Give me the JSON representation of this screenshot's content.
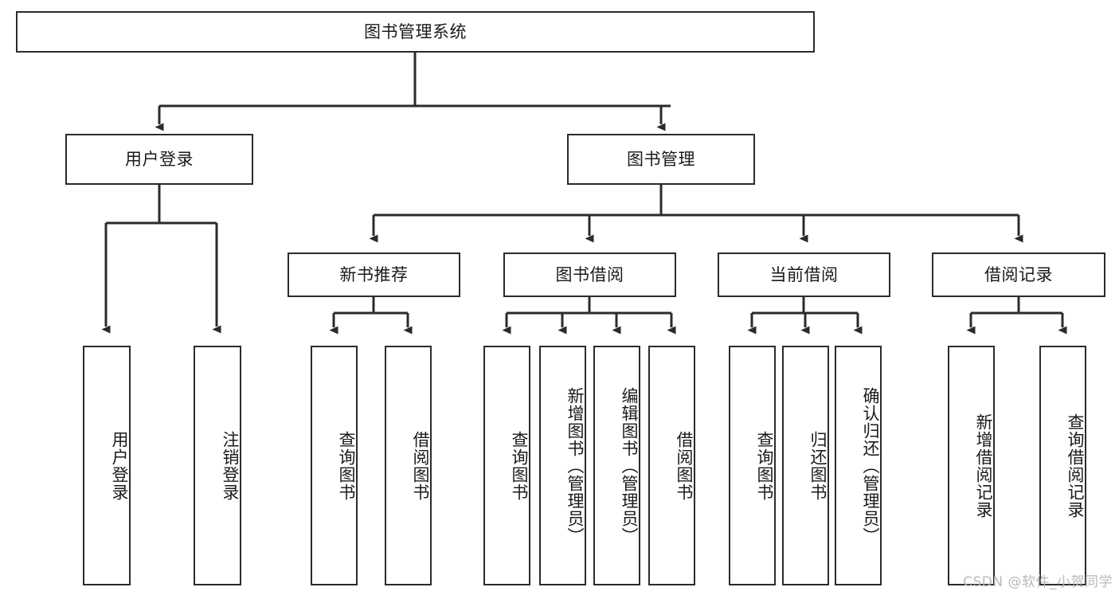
{
  "diagram": {
    "type": "tree",
    "title": "图书管理系统",
    "orientation": "top-down",
    "colors": {
      "box_border": "#2b2b2b",
      "box_fill": "#ffffff",
      "edge": "#2b2b2b",
      "text": "#1a1a1a",
      "watermark": "#b9b9b9",
      "background": "#ffffff"
    },
    "watermark": "CSDN @软件_小贺同学",
    "nodes": {
      "root": {
        "label": "图书管理系统",
        "level": 1,
        "orientation": "horizontal"
      },
      "l2": [
        {
          "id": "user-login",
          "label": "用户登录",
          "level": 2,
          "orientation": "horizontal"
        },
        {
          "id": "book-manage",
          "label": "图书管理",
          "level": 2,
          "orientation": "horizontal"
        }
      ],
      "l3": [
        {
          "id": "new-book-rec",
          "label": "新书推荐",
          "level": 3,
          "orientation": "horizontal",
          "parent": "book-manage"
        },
        {
          "id": "book-borrow",
          "label": "图书借阅",
          "level": 3,
          "orientation": "horizontal",
          "parent": "book-manage"
        },
        {
          "id": "current-borrow",
          "label": "当前借阅",
          "level": 3,
          "orientation": "horizontal",
          "parent": "book-manage"
        },
        {
          "id": "borrow-record",
          "label": "借阅记录",
          "level": 3,
          "orientation": "horizontal",
          "parent": "book-manage"
        }
      ],
      "leaves": [
        {
          "id": "leaf-user-login",
          "label": "用户登录",
          "parent": "user-login",
          "orientation": "vertical"
        },
        {
          "id": "leaf-logout-login",
          "label": "注销登录",
          "parent": "user-login",
          "orientation": "vertical"
        },
        {
          "id": "leaf-query-book-1",
          "label": "查询图书",
          "parent": "new-book-rec",
          "orientation": "vertical"
        },
        {
          "id": "leaf-borrow-book-1",
          "label": "借阅图书",
          "parent": "new-book-rec",
          "orientation": "vertical"
        },
        {
          "id": "leaf-query-book-2",
          "label": "查询图书",
          "parent": "book-borrow",
          "orientation": "vertical"
        },
        {
          "id": "leaf-add-book",
          "label": "新增图书（管理员）",
          "parent": "book-borrow",
          "orientation": "vertical"
        },
        {
          "id": "leaf-edit-book",
          "label": "编辑图书（管理员）",
          "parent": "book-borrow",
          "orientation": "vertical"
        },
        {
          "id": "leaf-borrow-book-2",
          "label": "借阅图书",
          "parent": "book-borrow",
          "orientation": "vertical"
        },
        {
          "id": "leaf-query-book-3",
          "label": "查询图书",
          "parent": "current-borrow",
          "orientation": "vertical"
        },
        {
          "id": "leaf-return-book",
          "label": "归还图书",
          "parent": "current-borrow",
          "orientation": "vertical"
        },
        {
          "id": "leaf-confirm-return",
          "label": "确认归还（管理员）",
          "parent": "current-borrow",
          "orientation": "vertical"
        },
        {
          "id": "leaf-add-record",
          "label": "新增借阅记录",
          "parent": "borrow-record",
          "orientation": "vertical"
        },
        {
          "id": "leaf-query-record",
          "label": "查询借阅记录",
          "parent": "borrow-record",
          "orientation": "vertical"
        }
      ]
    }
  }
}
